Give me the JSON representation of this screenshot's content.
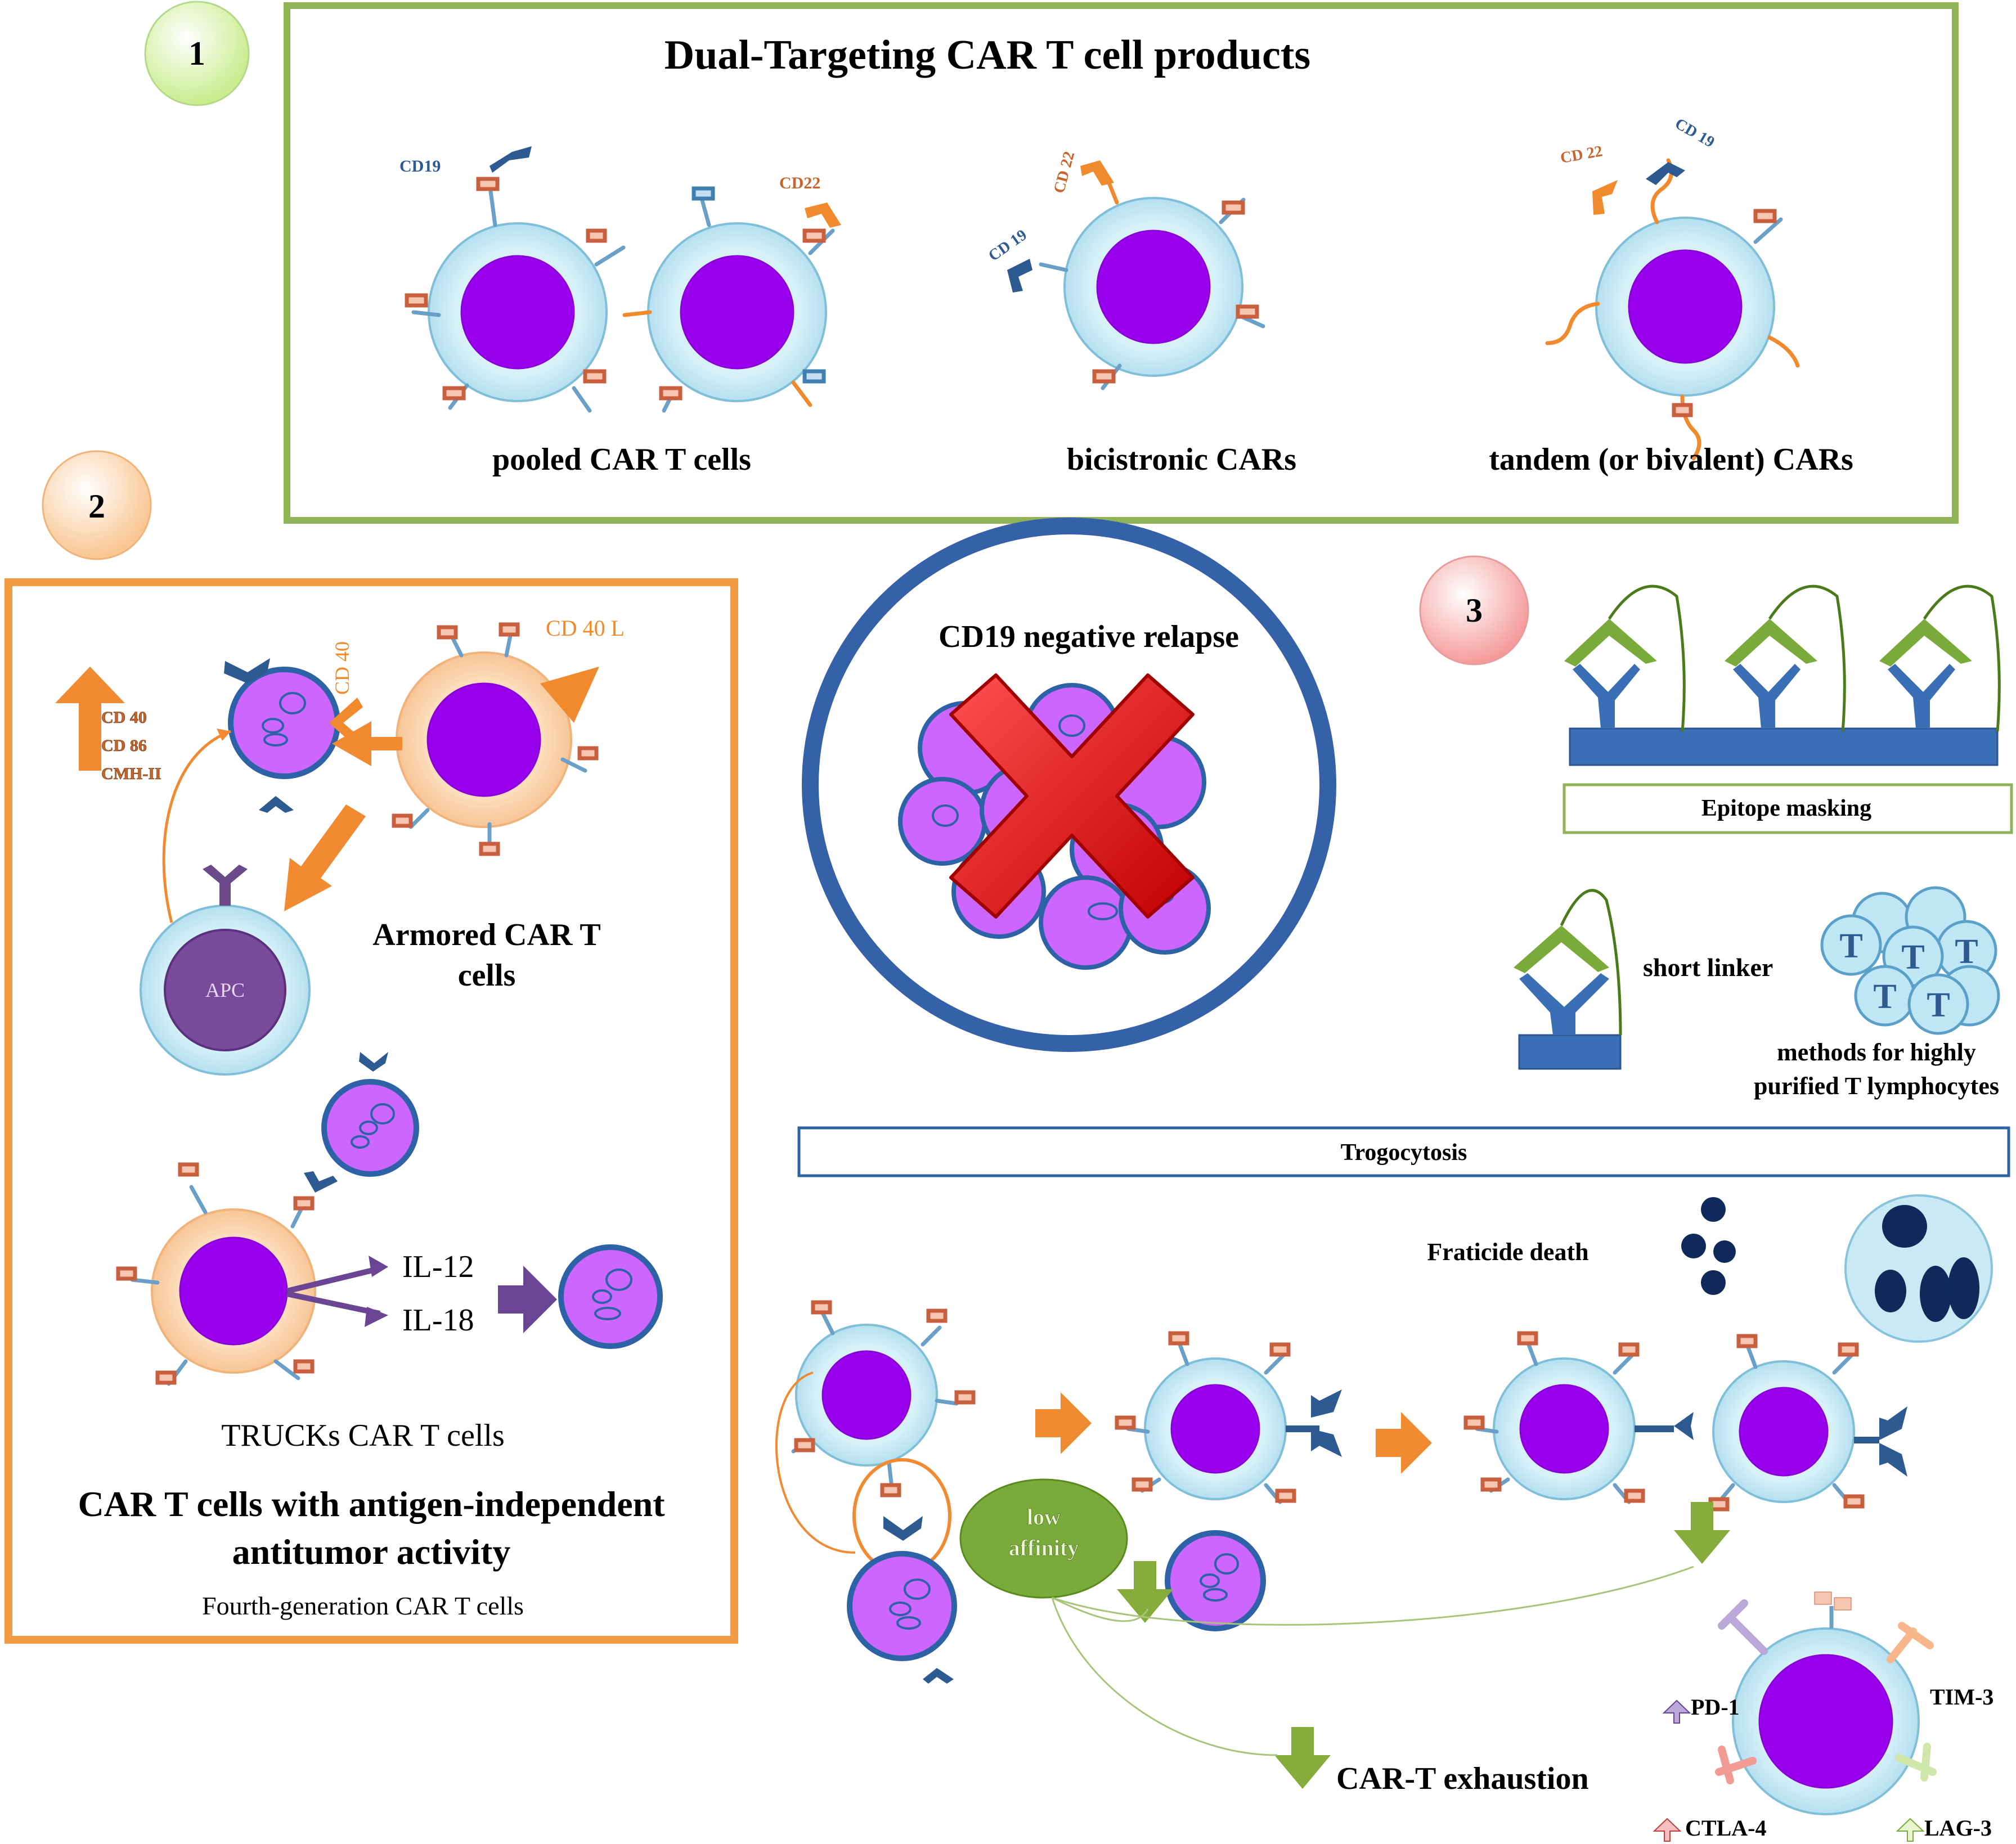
{
  "badges": {
    "one": "1",
    "two": "2",
    "three": "3"
  },
  "panel1": {
    "title": "Dual-Targeting CAR T cell products",
    "cd19": "CD19",
    "cd22": "CD22",
    "cd19_spaced": "CD 19",
    "cd22_spaced": "CD 22",
    "label_pooled": "pooled CAR T cells",
    "label_bicistronic": "bicistronic CARs",
    "label_tandem": "tandem (or bivalent) CARs"
  },
  "panel2": {
    "cd40": "CD 40",
    "cd40l": "CD 40 L",
    "up_markers": [
      "CD 40",
      "CD 86",
      "CMH-II"
    ],
    "apc": "APC",
    "armored_line1": "Armored CAR T",
    "armored_line2": "cells",
    "il12": "IL-12",
    "il18": "IL-18",
    "trucks": "TRUCKs CAR T cells",
    "heading_line1": "CAR T cells with antigen-independent",
    "heading_line2": "antitumor activity",
    "subheading": "Fourth-generation CAR T cells"
  },
  "center": {
    "title": "CD19 negative relapse"
  },
  "panel3": {
    "epitope_masking": "Epitope masking",
    "short_linker": "short linker",
    "t_letter": "T",
    "methods_line1": "methods for highly",
    "methods_line2": "purified T lymphocytes",
    "trogocytosis": "Trogocytosis",
    "fraticide": "Fraticide death",
    "low": "low",
    "affinity": "affinity",
    "exhaustion": "CAR-T exhaustion",
    "pd1": "PD-1",
    "tim3": "TIM-3",
    "ctla4": "CTLA-4",
    "lag3": "LAG-3"
  },
  "colors": {
    "panel1_border": "#8fb356",
    "panel2_border": "#f39a45",
    "tcell_outer": "#d7f1f9",
    "tcell_nucleus": "#9900ee",
    "tumor_fill": "#cc66ff",
    "tumor_border": "#2d62a6",
    "antigen_blue": "#2e5a92",
    "antigen_orange": "#f08a2c",
    "arrow_orange": "#f18a30",
    "arrow_green": "#86ad3c",
    "arrow_purple": "#6a4593",
    "relapse_circle": "#3561a8",
    "cross_red": "#e0141b"
  }
}
